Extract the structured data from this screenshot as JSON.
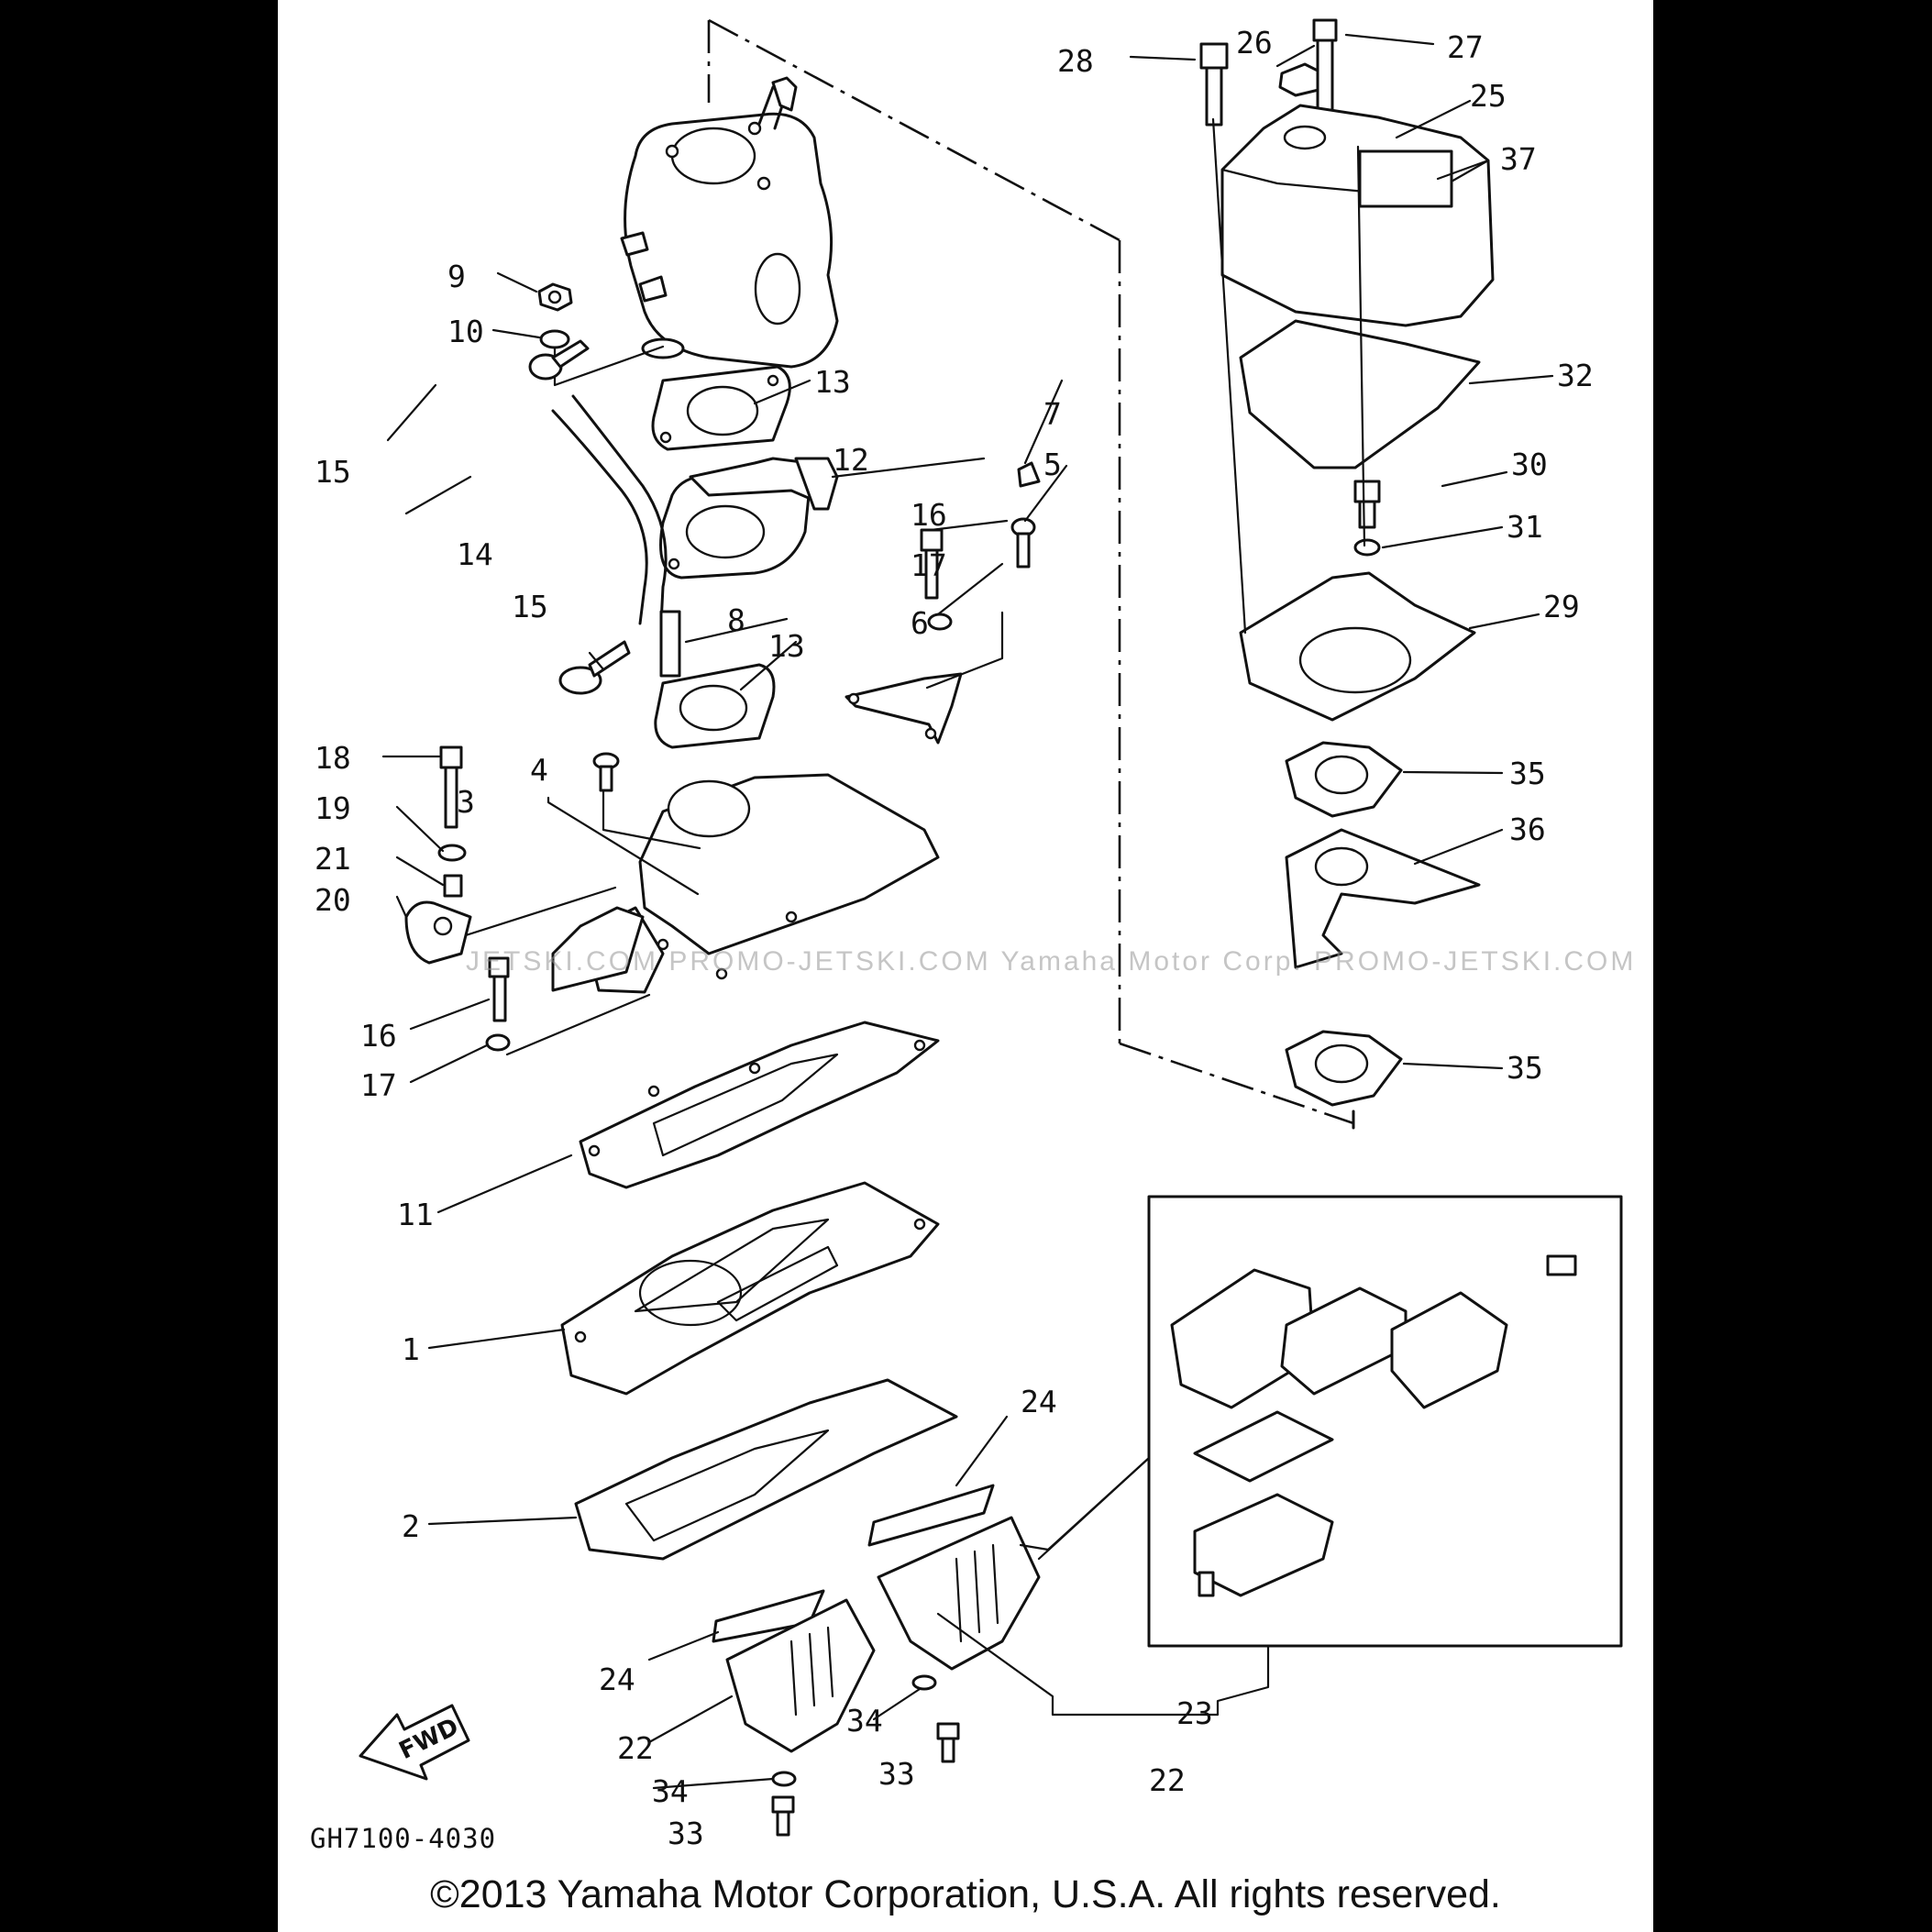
{
  "diagram": {
    "code": "GH7100-4030",
    "copyright": "©2013 Yamaha Motor Corporation, U.S.A. All rights reserved.",
    "watermark": "JETSKI.COM   PROMO-JETSKI.COM  Yamaha Motor Corp. PROMO-JETSKI.COM",
    "fwd_label": "FWD",
    "theme": {
      "page_bg": "#000000",
      "sheet_bg": "#ffffff",
      "ink": "#111111"
    }
  },
  "callouts": {
    "c1": "1",
    "c2": "2",
    "c3": "3",
    "c4": "4",
    "c5": "5",
    "c6": "6",
    "c7": "7",
    "c8": "8",
    "c9": "9",
    "c10": "10",
    "c11": "11",
    "c12": "12",
    "c13a": "13",
    "c13b": "13",
    "c14": "14",
    "c15a": "15",
    "c15b": "15",
    "c16a": "16",
    "c16b": "16",
    "c17a": "17",
    "c17b": "17",
    "c18": "18",
    "c19": "19",
    "c20": "20",
    "c21": "21",
    "c22a": "22",
    "c22b": "22",
    "c23": "23",
    "c24a": "24",
    "c24b": "24",
    "c25": "25",
    "c26": "26",
    "c27": "27",
    "c28": "28",
    "c29": "29",
    "c30": "30",
    "c31": "31",
    "c32": "32",
    "c33a": "33",
    "c33b": "33",
    "c34a": "34",
    "c34b": "34",
    "c35a": "35",
    "c35b": "35",
    "c36": "36",
    "c37": "37"
  }
}
